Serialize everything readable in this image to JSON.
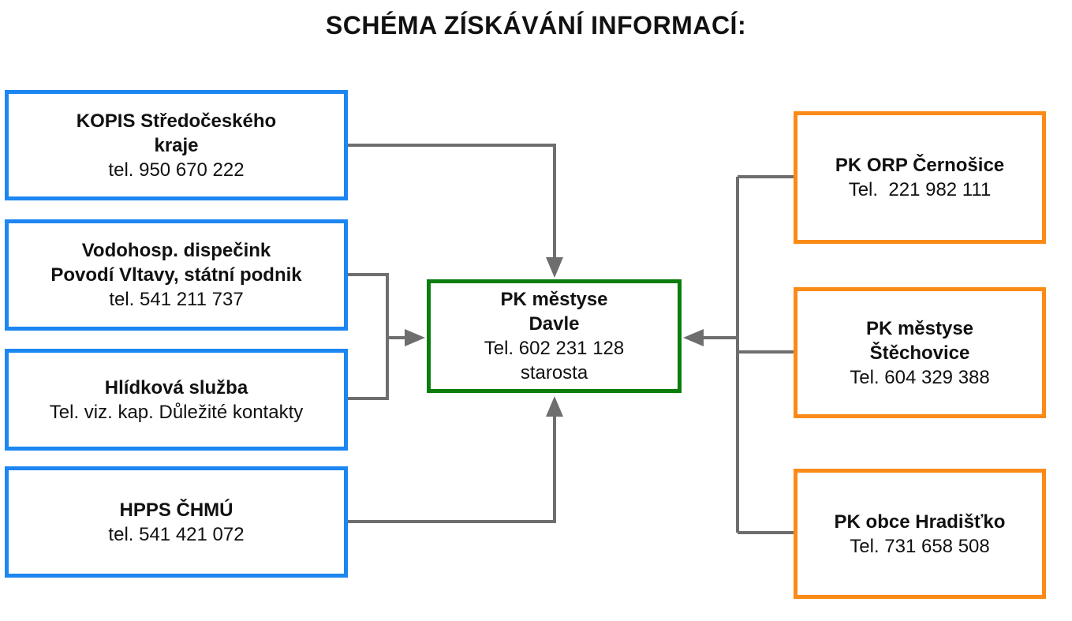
{
  "title": "SCHÉMA ZÍSKÁVÁNÍ INFORMACÍ:",
  "colors": {
    "source_border": "#1c86f2",
    "center_border": "#0a7d0a",
    "neighbor_border": "#fb8a17",
    "connector": "#6e6e6e"
  },
  "sources": {
    "kopis": {
      "line1": "KOPIS Středočeského",
      "line2": "kraje",
      "phone": "tel. 950 670 222"
    },
    "vodohosp": {
      "line1": "Vodohosp. dispečink",
      "line2": "Povodí Vltavy, státní podnik",
      "phone": "tel. 541 211 737"
    },
    "hlidkova": {
      "line1": "Hlídková služba",
      "phone": "Tel. viz. kap. Důležité kontakty"
    },
    "hpps": {
      "line1": "HPPS ČHMÚ",
      "phone": "tel. 541 421 072"
    }
  },
  "center": {
    "line1": "PK městyse",
    "line2": "Davle",
    "phone": "Tel. 602 231 128",
    "role": "starosta"
  },
  "neighbors": {
    "orp": {
      "line1": "PK ORP Černošice",
      "phone": "Tel.  221 982 111"
    },
    "stechovice": {
      "line1": "PK městyse",
      "line2": "Štěchovice",
      "phone": "Tel. 604 329 388"
    },
    "hradistko": {
      "line1": "PK obce Hradišťko",
      "phone": "Tel. 731 658 508"
    }
  }
}
